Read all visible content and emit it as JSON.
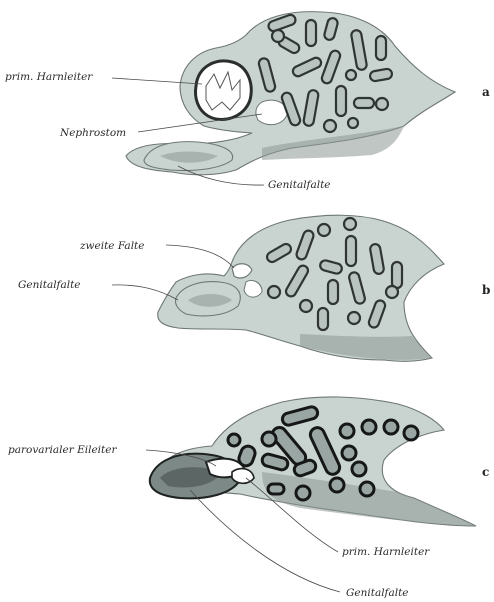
{
  "panels": [
    {
      "letter": "a",
      "labels": {
        "prim_harnleiter": "prim. Harnleiter",
        "nephrostom": "Nephrostom",
        "genitalfalte": "Genitalfalte"
      }
    },
    {
      "letter": "b",
      "labels": {
        "zweite_falte": "zweite Falte",
        "genitalfalte": "Genitalfalte"
      }
    },
    {
      "letter": "c",
      "labels": {
        "parovarialer_eileiter": "parovarialer Eileiter",
        "prim_harnleiter": "prim. Harnleiter",
        "genitalfalte": "Genitalfalte"
      }
    }
  ]
}
